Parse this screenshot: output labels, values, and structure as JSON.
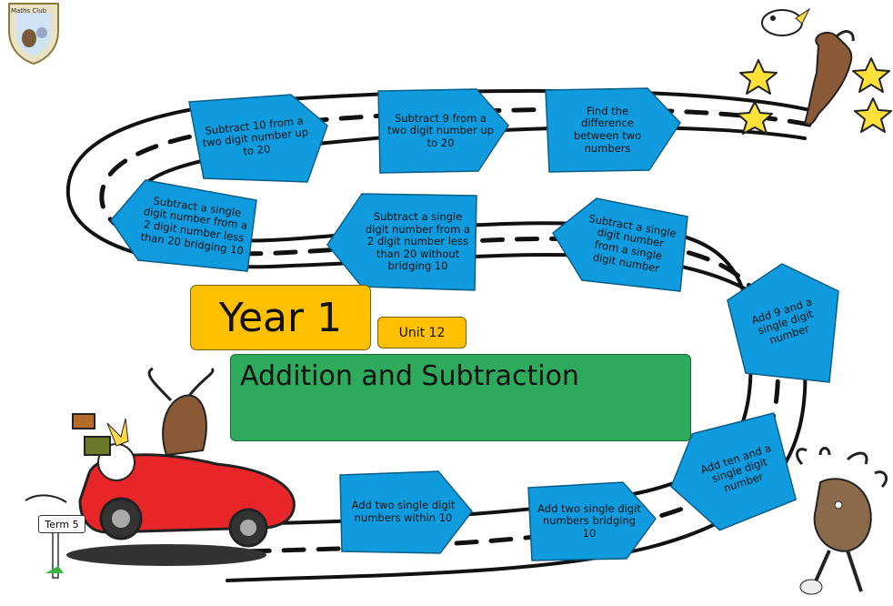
{
  "title": "Year 1",
  "unit": "Unit 12",
  "topic": "Addition and Subtraction",
  "badge_text": "Maths Club",
  "signpost": "Term 5",
  "steps": [
    {
      "id": "add2-within10",
      "label": "Add two single digit numbers within 10"
    },
    {
      "id": "add2-bridging10",
      "label": "Add two single digit numbers bridging 10"
    },
    {
      "id": "add-ten",
      "label": "Add ten and a single digit number"
    },
    {
      "id": "add-9",
      "label": "Add 9 and a single digit number"
    },
    {
      "id": "sub-single-from-single",
      "label": "Subtract a single digit number from a single digit number"
    },
    {
      "id": "sub-without-bridging",
      "label": "Subtract a single digit number from a 2 digit number less than 20 without bridging 10"
    },
    {
      "id": "sub-bridging",
      "label": "Subtract a single digit number from a 2 digit number less than 20 bridging 10"
    },
    {
      "id": "sub-10",
      "label": "Subtract 10 from a two digit number up to 20"
    },
    {
      "id": "sub-9",
      "label": "Subtract 9 from a two digit number up to 20"
    },
    {
      "id": "find-difference",
      "label": "Find the difference between two numbers"
    }
  ],
  "colors": {
    "step_fill": "#0f9bde",
    "title_fill": "#ffc000",
    "topic_fill": "#2eaa5c",
    "road": "#111111"
  }
}
